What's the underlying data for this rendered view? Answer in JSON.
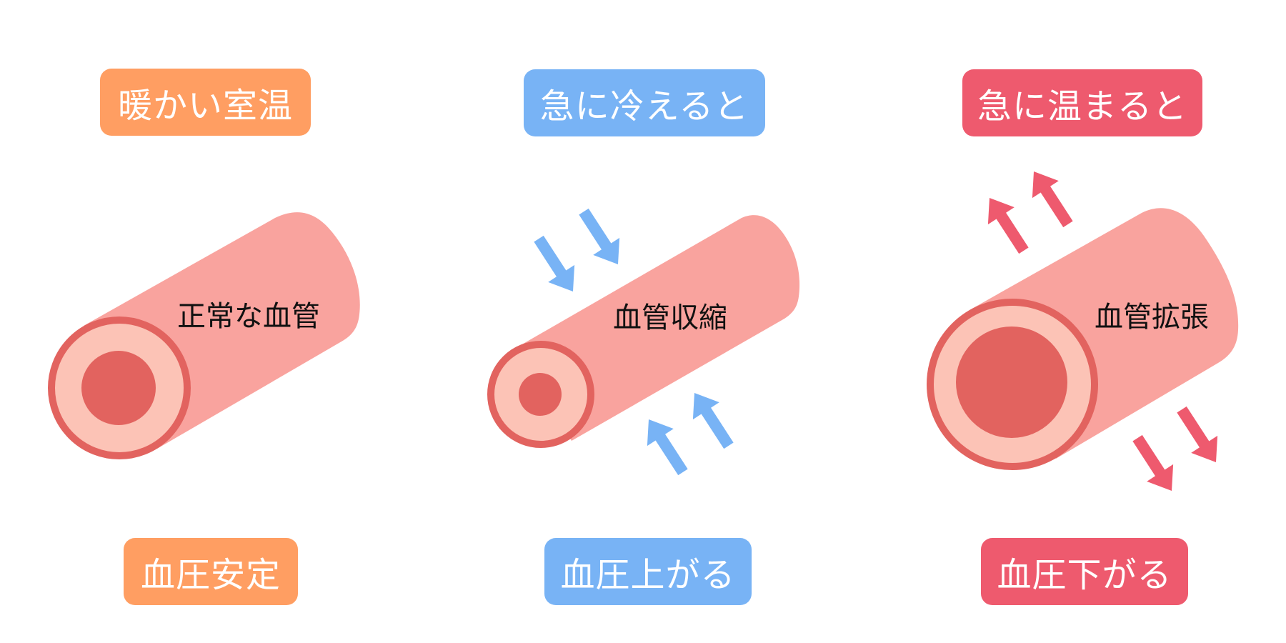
{
  "colors": {
    "orange": "#FF9E62",
    "blue": "#78B3F5",
    "red": "#EE5A6E",
    "tube_body": "#F9A39E",
    "ring_pale": "#FCC3B6",
    "ring_dark": "#E2635F",
    "text_dark": "#111111"
  },
  "columns": [
    {
      "id": "normal",
      "top_label": "暖かい室温",
      "vessel_label": "正常な血管",
      "bottom_label": "血圧安定",
      "accent": "orange",
      "arrows": "none"
    },
    {
      "id": "cold",
      "top_label": "急に冷えると",
      "vessel_label": "血管収縮",
      "bottom_label": "血圧上がる",
      "accent": "blue",
      "arrows": "inward"
    },
    {
      "id": "warm",
      "top_label": "急に温まると",
      "vessel_label": "血管拡張",
      "bottom_label": "血圧下がる",
      "accent": "red",
      "arrows": "outward"
    }
  ]
}
